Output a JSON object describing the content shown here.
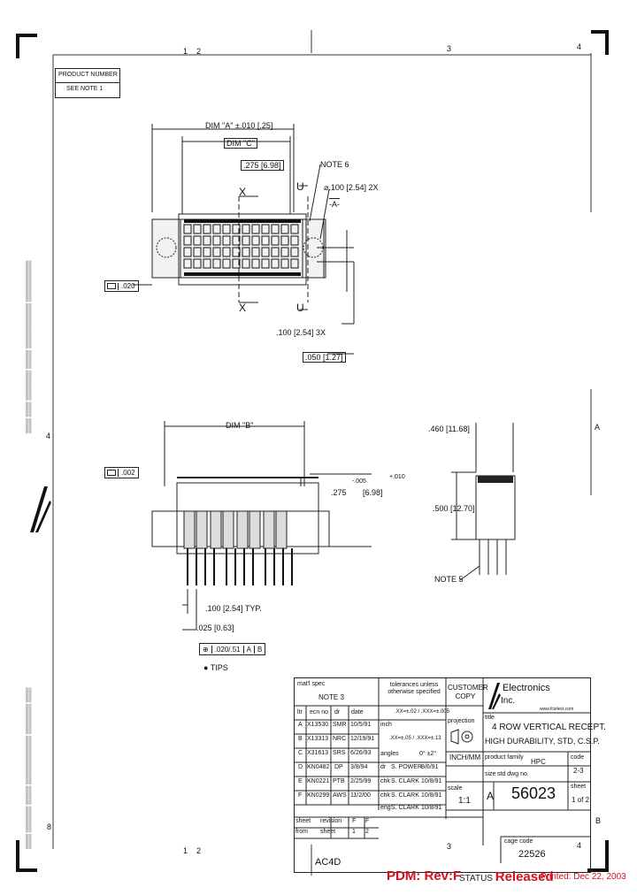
{
  "zone_markers": {
    "top": [
      "1",
      "2",
      "3",
      "4"
    ],
    "bottom": [
      "1",
      "2",
      "3",
      "4"
    ],
    "left_mid": "4",
    "left_bottom": "8",
    "right_mid": "A",
    "right_bottom": "B"
  },
  "product_number": {
    "label": "PRODUCT NUMBER",
    "value": "SEE NOTE 1"
  },
  "top_view": {
    "dim_a": "DIM \"A\" ±.010 [.25]",
    "dim_c": "DIM \"C\"",
    "dim_275": ".275 [6.98]",
    "note6": "NOTE 6",
    "dia_hole": "⌀.100 [2.54] 2X",
    "datum_a": "-A-",
    "section_x_top": "X",
    "section_x_bottom": "X",
    "section_u_top": "U",
    "section_u_bottom": "U",
    "flatness": ".020",
    "pitch_100": ".100 [2.54] 3X",
    "pitch_050": ".050 [1.27]"
  },
  "front_view": {
    "dim_b": "DIM \"B\"",
    "flatness": ".002",
    "height": ".275",
    "tol_plus": "+.010",
    "tol_minus": "-.005",
    "height_mm": "[6.98]",
    "pitch_typ": ".100 [2.54] TYP.",
    "pin_width": ".025 [0.63]",
    "position_tol": ".020/.51",
    "datums": [
      "A",
      "B"
    ],
    "tips": "TIPS"
  },
  "side_view": {
    "width": ".460 [11.68]",
    "height": ".500 [12.70]",
    "note5": "NOTE 5"
  },
  "title_block": {
    "matl_spec": "mat'l spec",
    "note3": "NOTE 3",
    "tolerances_header": "tolerances unless otherwise specified",
    "rev_headers": [
      "ltr",
      "ecn no",
      "dr",
      "date"
    ],
    "rev_rows": [
      [
        "A",
        "X13530",
        "SMR",
        "10/5/91"
      ],
      [
        "B",
        "X13313",
        "NRC",
        "12/19/91"
      ],
      [
        "C",
        "X31613",
        "SRS",
        "6/26/93"
      ],
      [
        "D",
        "KN0482",
        "DP",
        "3/8/94"
      ],
      [
        "E",
        "KN0221",
        "PTB",
        "2/25/99"
      ],
      [
        "F",
        "KN0299",
        "AWS",
        "11/2/00"
      ]
    ],
    "inch_label": "inch",
    "inch_tol": ".XX=±.02 / .XXX=±.005",
    "mm_tol": ".XX=±.05 / .XXX=±.13",
    "angles": "angles",
    "angle_tol": "0° ±2°",
    "signoffs": [
      [
        "dr",
        "S. POWER",
        "8/6/91"
      ],
      [
        "chk",
        "S. CLARK",
        "10/8/91"
      ],
      [
        "chk",
        "S. CLARK",
        "10/8/91"
      ],
      [
        "eng",
        "S. CLARK",
        "10/8/91"
      ]
    ],
    "customer_copy": "CUSTOMER COPY",
    "projection": "projection",
    "units": "INCH/MM",
    "scale_label": "scale",
    "scale": "1:1",
    "company": "Electronics",
    "company_sub": "Inc.",
    "website": "www.fcielect.com",
    "title_label": "title",
    "title_line1": "4 ROW VERTICAL RECEPT.",
    "title_line2": "HIGH DURABILITY, STD, C.S.P.",
    "product_family_label": "product family",
    "product_family": "HPC",
    "code_label": "code",
    "code": "2-3",
    "size_label": "size",
    "size": "A",
    "std_dwg_label": "std dwg no.",
    "dwg_no": "56023",
    "sheet_label": "sheet",
    "sheet": "1 of 2",
    "sheet_rev_row": [
      "sheet",
      "revision",
      "F",
      "F"
    ],
    "from_row": [
      "from",
      "sheet",
      "1",
      "2"
    ],
    "cage_label": "cage code",
    "cage": "22526"
  },
  "footer": {
    "acad": "AC4D",
    "pdm": "PDM: Rev:F",
    "status_label": "STATUS",
    "status": "Released",
    "printed": "Printed: Dec 22, 2003"
  }
}
